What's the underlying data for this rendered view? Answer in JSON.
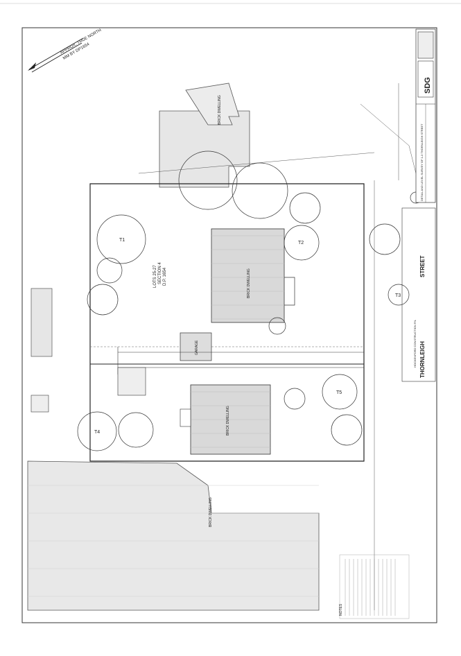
{
  "north_arrow": {
    "line1": "APPROX. TRUE NORTH",
    "line2": "MM BY DP1654"
  },
  "street": {
    "name1": "THORNLEIGH",
    "name2": "STREET"
  },
  "lot": {
    "line1": "LOTS 25-27",
    "line2": "SECTION 4",
    "line3": "D.P. 1654"
  },
  "buildings": {
    "dwelling_a": "BRICK DWELLING",
    "dwelling_b": "BRICK DWELLING",
    "neighbour_top": "BRICK DWELLING",
    "neighbour_left": "BRICK DWELLING",
    "garage": "GARAGE"
  },
  "trees": [
    "T1",
    "T2",
    "T3",
    "T4",
    "T5"
  ],
  "title_block": {
    "logo": "SDG",
    "project": "HOCKENFORD CONSTRUCTION P/L",
    "plan_title": "DETAIL AND LEVEL SURVEY OF 1-3 THORNLEIGH STREET"
  },
  "notes_heading": "NOTES"
}
